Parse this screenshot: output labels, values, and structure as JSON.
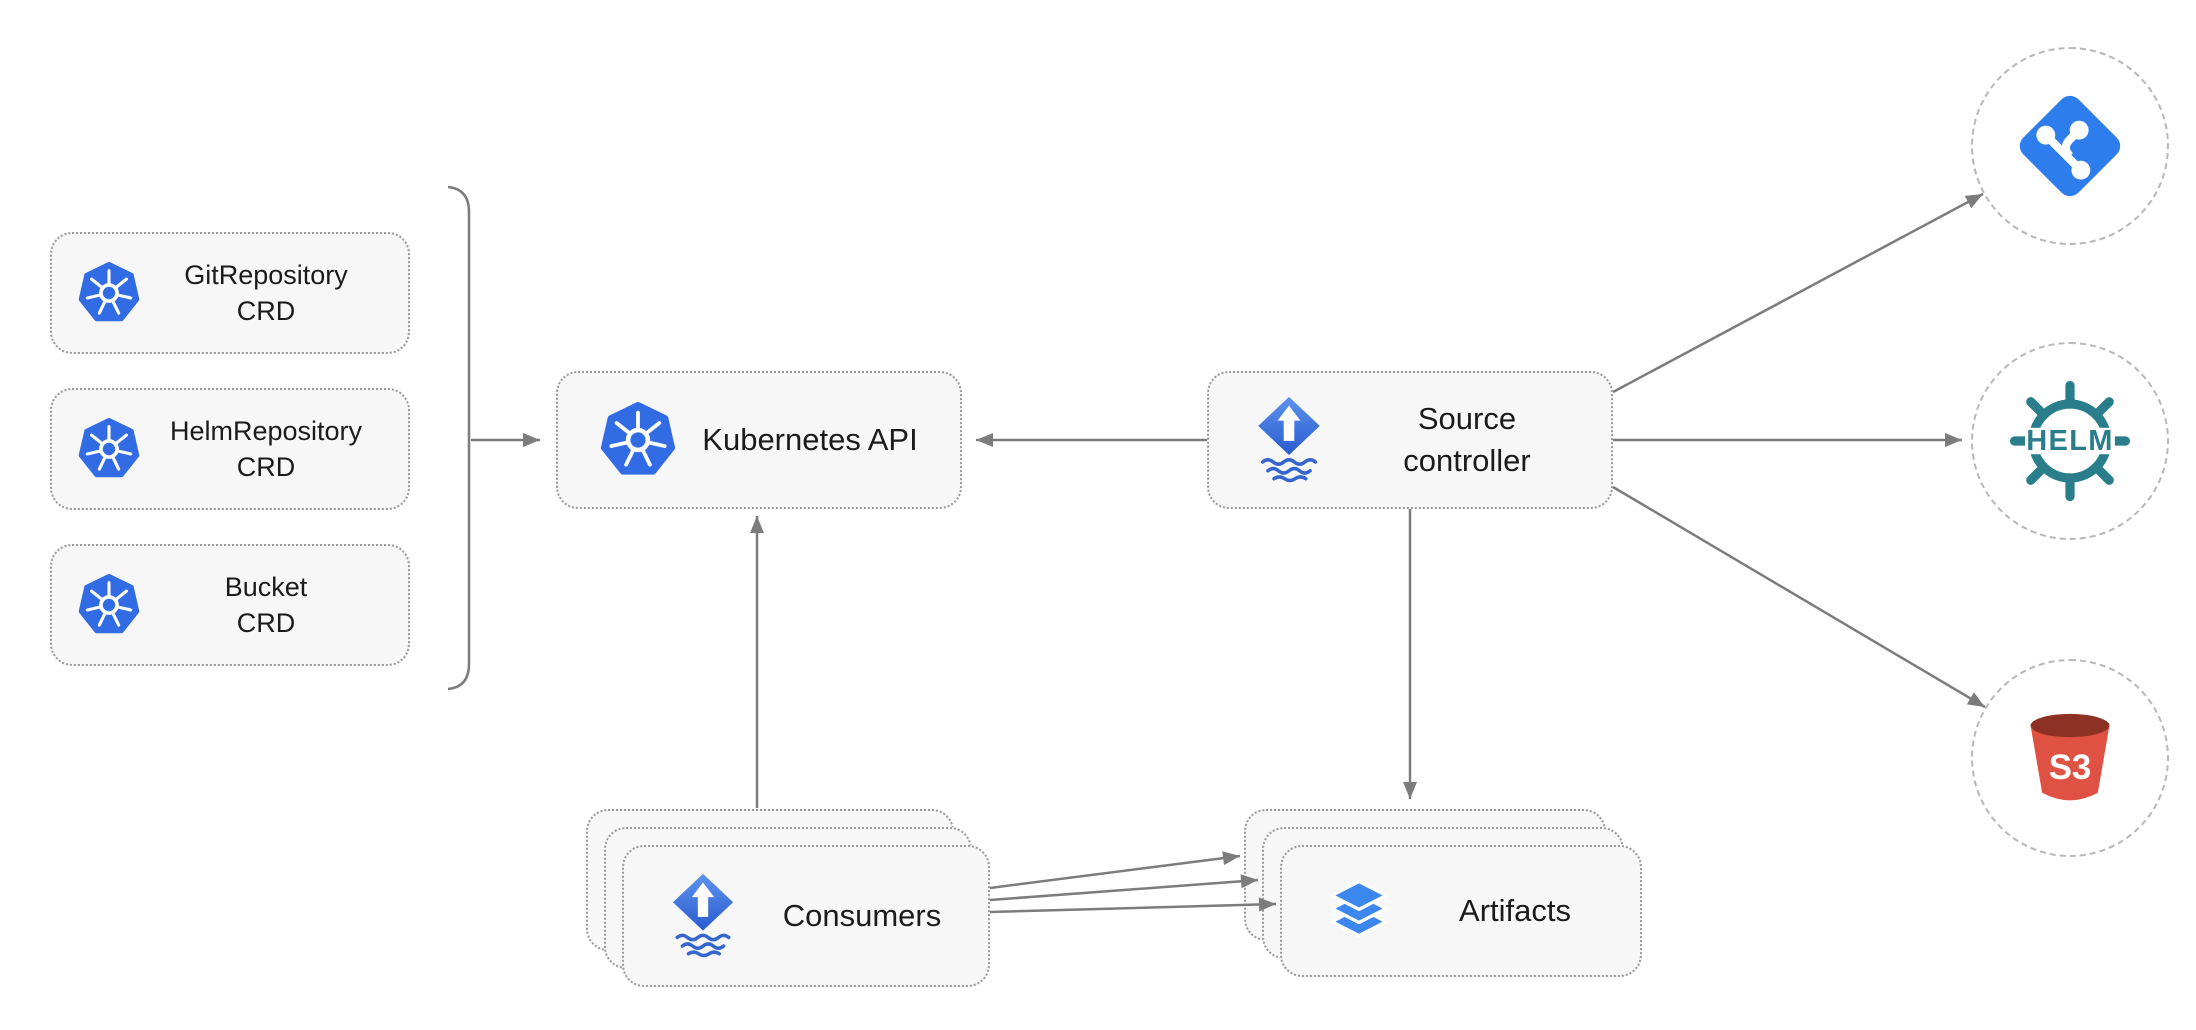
{
  "diagram": {
    "crd_boxes": [
      {
        "name": "GitRepository",
        "type": "CRD",
        "icon": "kubernetes-icon"
      },
      {
        "name": "HelmRepository",
        "type": "CRD",
        "icon": "kubernetes-icon"
      },
      {
        "name": "Bucket",
        "type": "CRD",
        "icon": "kubernetes-icon"
      }
    ],
    "kubernetes_api": {
      "label": "Kubernetes API",
      "icon": "kubernetes-icon"
    },
    "source_controller": {
      "label": "Source controller",
      "icon": "flux-icon"
    },
    "consumers": {
      "label": "Consumers",
      "icon": "flux-icon"
    },
    "artifacts": {
      "label": "Artifacts",
      "icon": "layers-icon"
    },
    "external_sources": {
      "git": {
        "icon": "git-icon"
      },
      "helm": {
        "icon": "helm-icon",
        "label": "HELM"
      },
      "s3": {
        "icon": "s3-bucket-icon",
        "label": "S3"
      }
    },
    "colors": {
      "k8s_blue": "#326CE5",
      "flux_blue": "#3566CE",
      "git_blue": "#2D7DED",
      "helm_teal": "#2A7E8C",
      "s3_red": "#DF5243",
      "s3_dark": "#8C3123",
      "layers_blue": "#3B87EE",
      "arrow_gray": "#7C7C7C",
      "box_bg": "#F7F7F7",
      "box_border": "#9A9A9A"
    }
  }
}
